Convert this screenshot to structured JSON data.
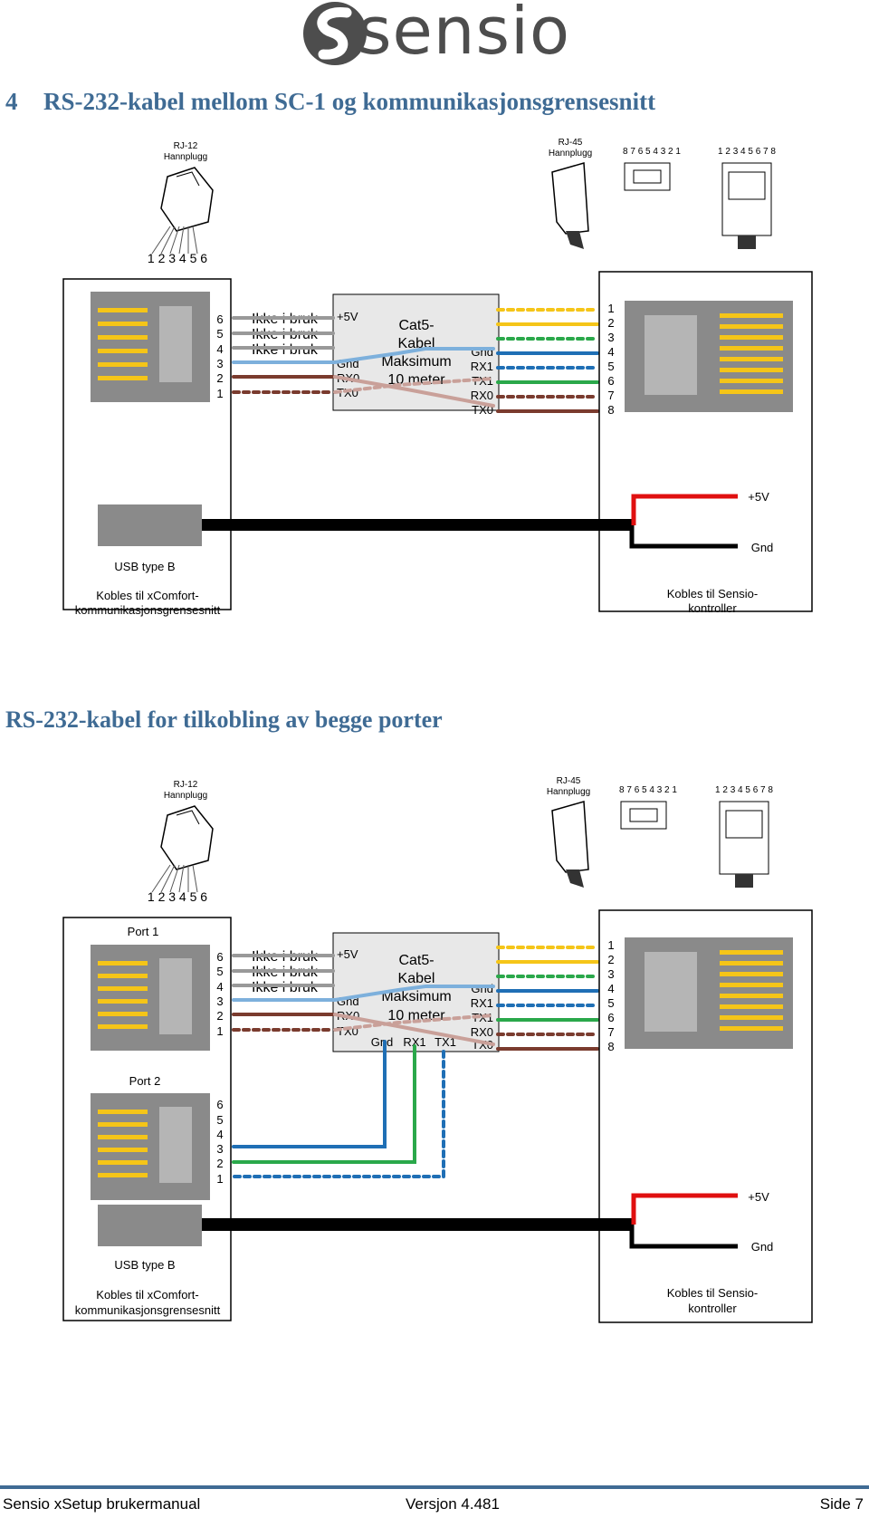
{
  "header": {
    "logo_text": "sensio"
  },
  "section": {
    "number": "4",
    "title": "RS-232-kabel mellom SC-1 og kommunikasjonsgrensesnitt"
  },
  "subsection": {
    "title": "RS-232-kabel for tilkobling av begge porter"
  },
  "plugs": {
    "rj12_label_1": "RJ-12",
    "rj12_label_2": "Hannplugg",
    "rj12_pins": "1 2 3 4 5 6",
    "rj45_label_1": "RJ-45",
    "rj45_label_2": "Hannplugg",
    "rj45_pins_rev": "8 7 6 5 4 3 2 1",
    "rj45_pins": "1 2 3 4 5 6 7 8"
  },
  "diagram": {
    "pins_left": [
      "6",
      "5",
      "4",
      "3",
      "2",
      "1"
    ],
    "pins_right": [
      "1",
      "2",
      "3",
      "4",
      "5",
      "6",
      "7",
      "8"
    ],
    "unused": [
      "Ikke i bruk",
      "Ikke i bruk",
      "Ikke i bruk"
    ],
    "left_sig": [
      "+5V",
      "Gnd",
      "RX0",
      "TX0"
    ],
    "right_sig": [
      "Gnd",
      "RX1",
      "TX1",
      "RX0",
      "TX0"
    ],
    "cable": [
      "Cat5-",
      "Kabel",
      "Maksimum",
      "10 meter"
    ],
    "bottom_sig": [
      "Gnd",
      "RX1",
      "TX1"
    ],
    "usb": "USB type B",
    "left_connect": [
      "Kobles til xComfort-",
      "kommunikasjonsgrensesnitt"
    ],
    "right_connect": [
      "Kobles til Sensio-",
      "kontroller"
    ],
    "plus5v": "+5V",
    "gnd": "Gnd",
    "port1": "Port 1",
    "port2": "Port 2"
  },
  "footer": {
    "left": "Sensio xSetup brukermanual",
    "center": "Versjon 4.481",
    "right": "Side 7"
  },
  "colors": {
    "heading": "#3f6b94",
    "yellow": "#f5c518",
    "green": "#2aa84a",
    "blue": "#1f6fb5",
    "brown": "#7a3b2e",
    "red": "#e01010"
  }
}
